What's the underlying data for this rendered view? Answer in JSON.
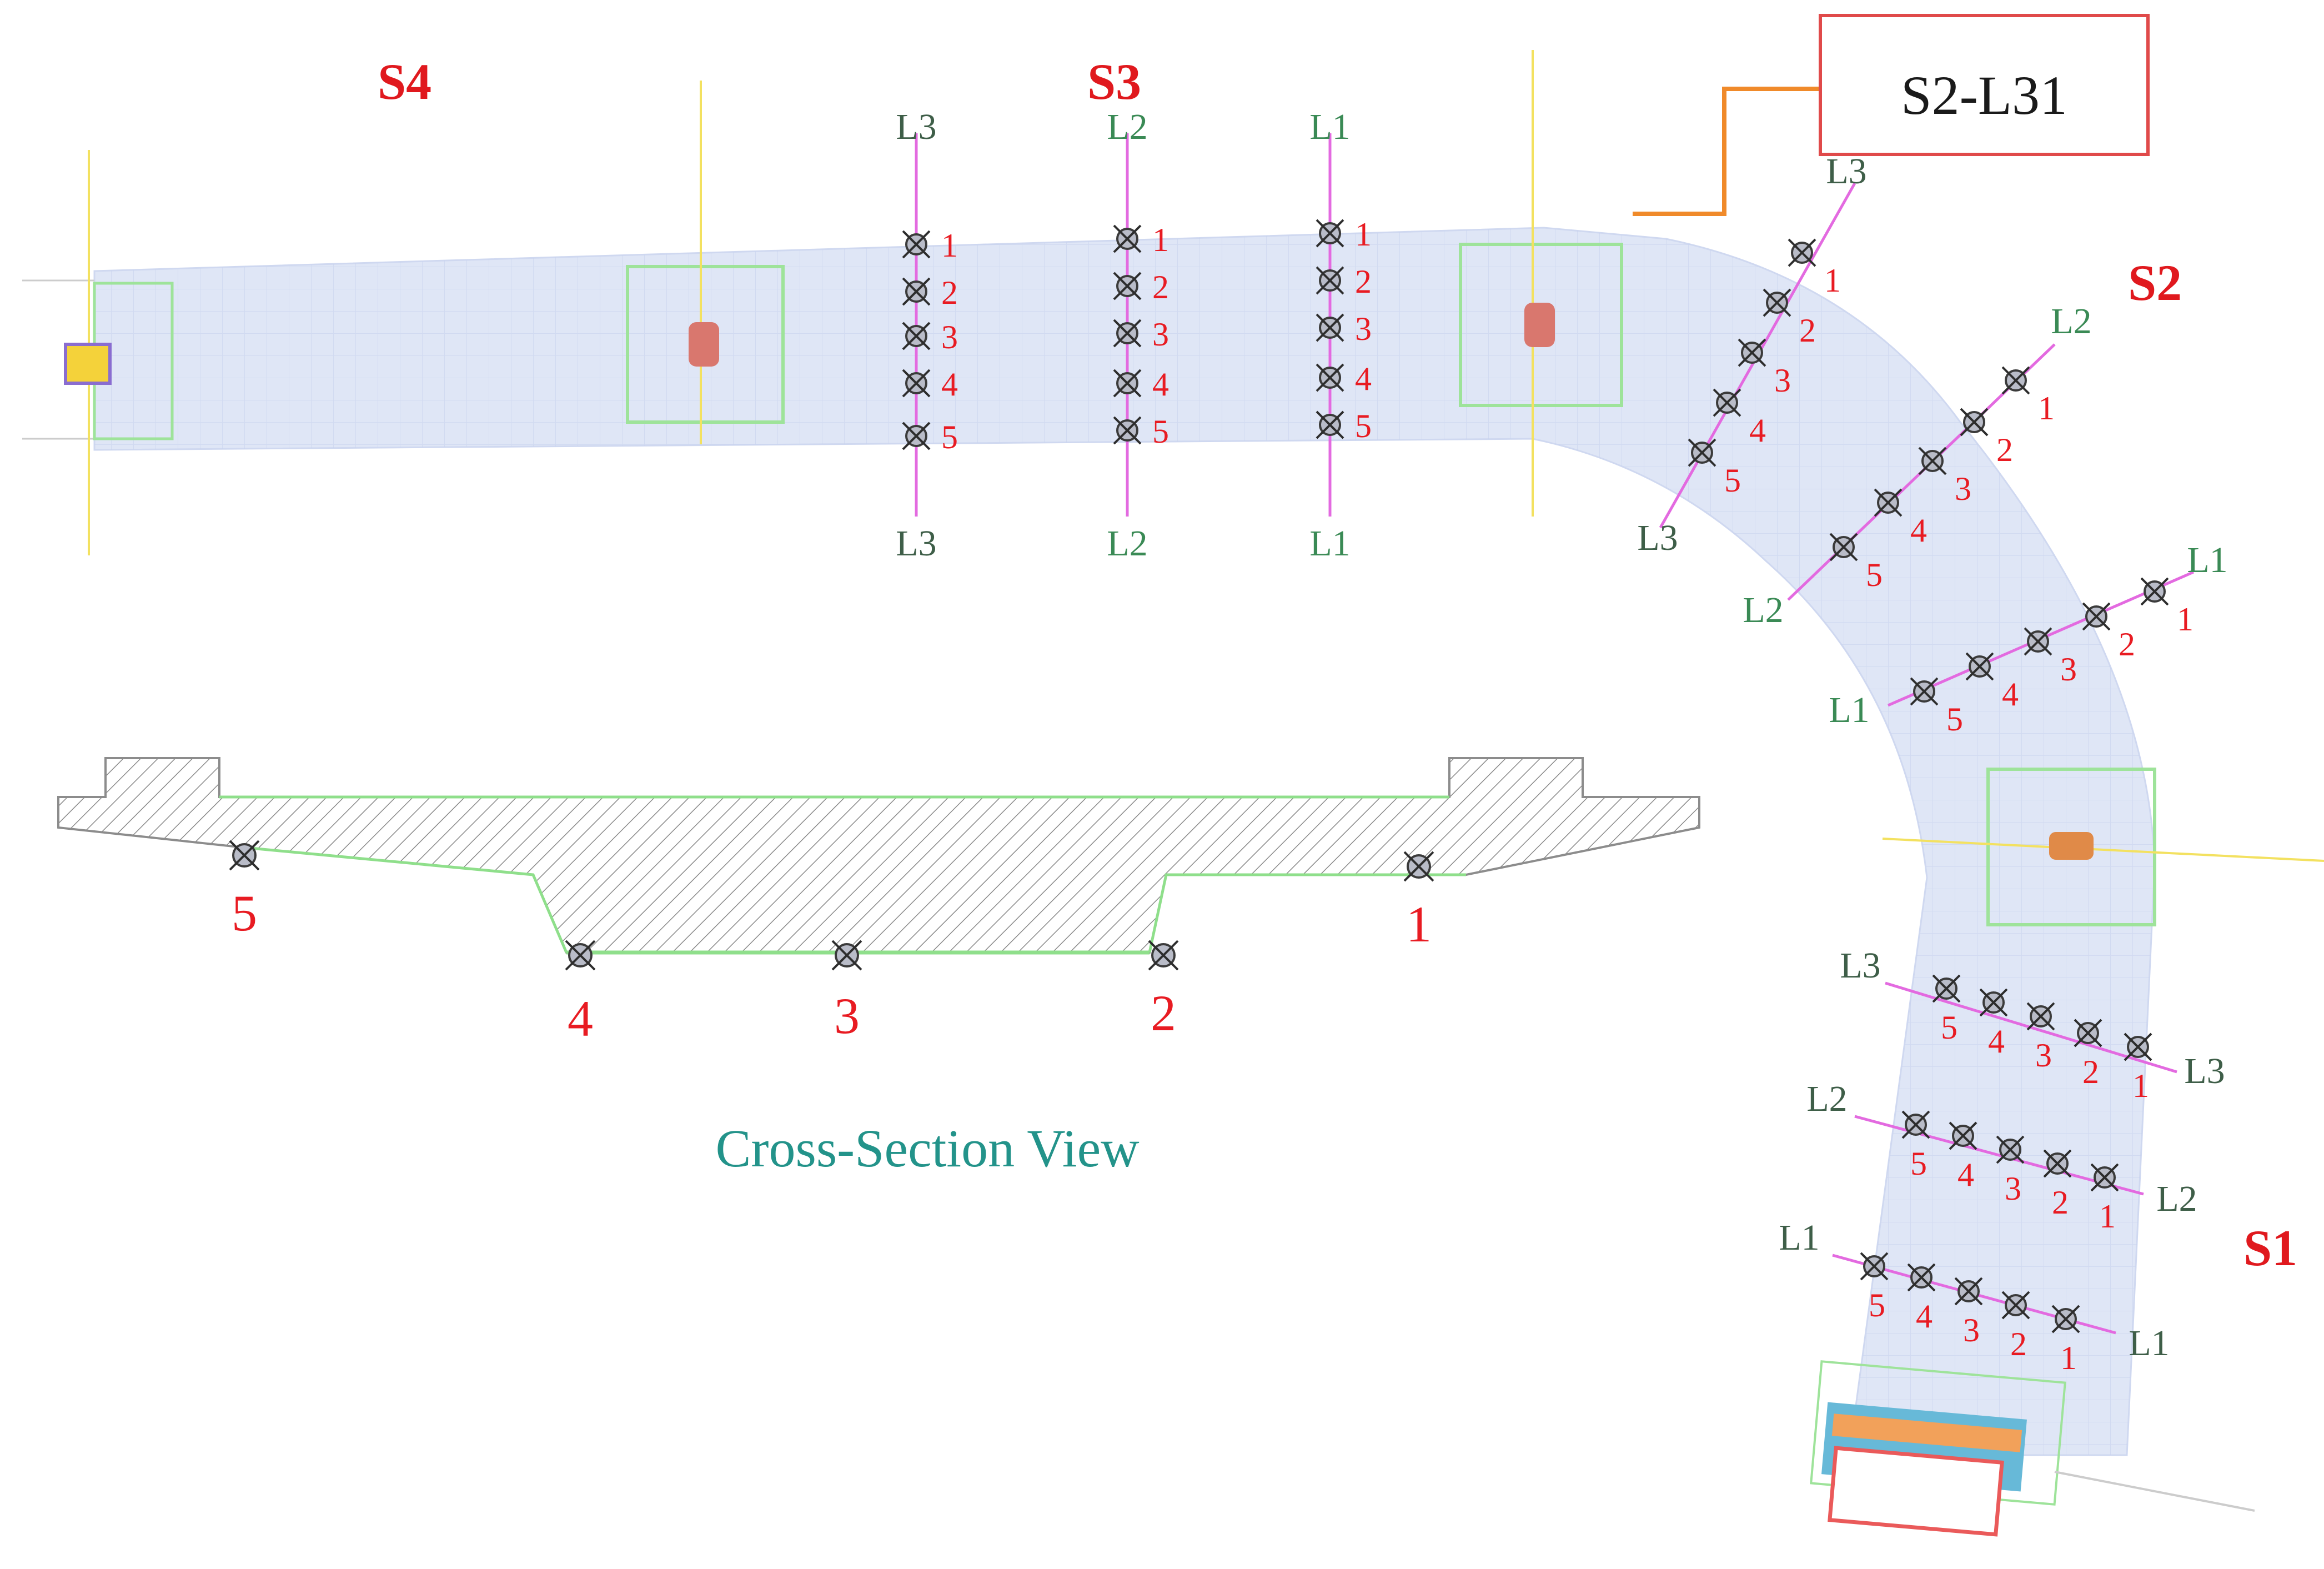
{
  "sections": [
    {
      "id": "S4",
      "label": "S4"
    },
    {
      "id": "S3",
      "label": "S3"
    },
    {
      "id": "S2",
      "label": "S2"
    },
    {
      "id": "S1",
      "label": "S1"
    }
  ],
  "measurement_lines": {
    "line_labels": [
      "L1",
      "L2",
      "L3"
    ],
    "point_numbers": [
      "1",
      "2",
      "3",
      "4",
      "5"
    ]
  },
  "callout": {
    "label": "S2-L31"
  },
  "cross_section": {
    "caption": "Cross-Section View",
    "points": [
      "1",
      "2",
      "3",
      "4",
      "5"
    ]
  },
  "colors": {
    "section_label": "#e0191e",
    "point_number": "#e81b22",
    "line_stroke": "#e36ae0",
    "line_label_green": "#3a8a55",
    "line_label_dark": "#3e5e48",
    "deck_fill": "#dfe6f6",
    "support_box": "#9ee39a",
    "callout_border": "#e04a4a",
    "callout_arrow": "#f08a2a",
    "caption": "#23938a"
  }
}
